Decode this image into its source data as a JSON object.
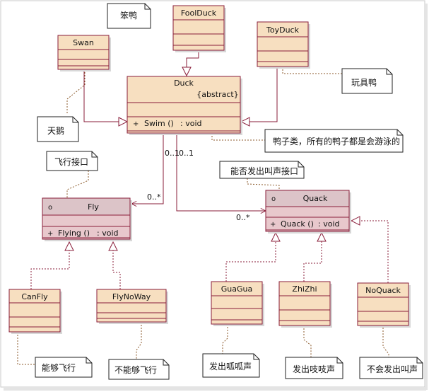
{
  "classes": {
    "duck": {
      "name": "Duck",
      "stereotype": "{abstract}",
      "op_marker": "+",
      "op": "Swim ()",
      "op_type": ": void"
    },
    "swan": {
      "name": "Swan"
    },
    "foolduck": {
      "name": "FoolDuck"
    },
    "toyduck": {
      "name": "ToyDuck"
    },
    "fly": {
      "name": "Fly",
      "iface_marker": "o",
      "op_marker": "+",
      "op": "Flying ()",
      "op_type": ": void"
    },
    "quack": {
      "name": "Quack",
      "iface_marker": "o",
      "op_marker": "+",
      "op": "Quack ()",
      "op_type": ": void"
    },
    "canfly": {
      "name": "CanFly"
    },
    "flynoway": {
      "name": "FlyNoWay"
    },
    "guagua": {
      "name": "GuaGua"
    },
    "zhizhi": {
      "name": "ZhiZhi"
    },
    "noquack": {
      "name": "NoQuack"
    }
  },
  "notes": {
    "foolduck": "笨鸭",
    "toyduck": "玩具鸭",
    "swan": "天鹅",
    "duck": "鸭子类，所有的鸭子都是会游泳的",
    "fly": "飞行接口",
    "quack": "能否发出叫声接口",
    "canfly": "能够飞行",
    "flynoway": "不能够飞行",
    "guagua": "发出呱呱声",
    "zhizhi": "发出吱吱声",
    "noquack": "不会发出叫声"
  },
  "associations": {
    "duck_end_fly": "0..1",
    "duck_end_quack": "0..1",
    "fly_end": "0..*",
    "quack_end": "0..*"
  }
}
